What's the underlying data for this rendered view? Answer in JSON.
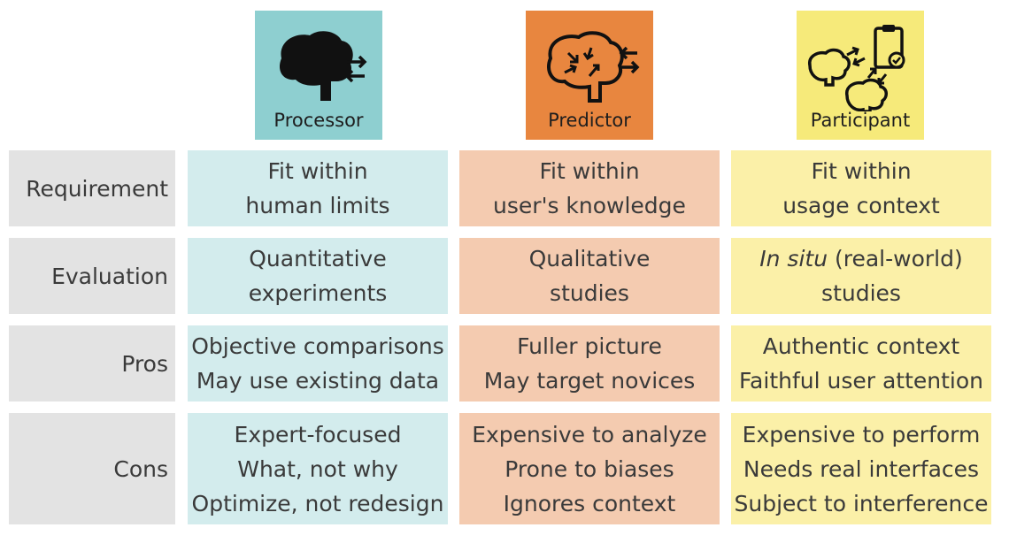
{
  "headers": [
    {
      "label": "Processor",
      "icon": "brain-arrows-icon",
      "color": "#8ecfd0"
    },
    {
      "label": "Predictor",
      "icon": "brain-inner-arrows-icon",
      "color": "#e8863f"
    },
    {
      "label": "Participant",
      "icon": "brains-clipboard-icon",
      "color": "#f6ea7a"
    }
  ],
  "rows": [
    {
      "label": "Requirement",
      "processor": [
        "Fit within",
        "human limits"
      ],
      "predictor": [
        "Fit within",
        "user's knowledge"
      ],
      "participant": [
        "Fit within",
        "usage context"
      ]
    },
    {
      "label": "Evaluation",
      "processor": [
        "Quantitative",
        "experiments"
      ],
      "predictor": [
        "Qualitative",
        "studies"
      ],
      "participant_italic": "In situ",
      "participant_rest": " (real-world)",
      "participant_line2": "studies"
    },
    {
      "label": "Pros",
      "processor": [
        "Objective comparisons",
        "May use existing data"
      ],
      "predictor": [
        "Fuller picture",
        "May target novices"
      ],
      "participant": [
        "Authentic context",
        "Faithful user attention"
      ]
    },
    {
      "label": "Cons",
      "processor": [
        "Expert-focused",
        "What, not why",
        "Optimize, not redesign"
      ],
      "predictor": [
        "Expensive to analyze",
        "Prone to biases",
        "Ignores context"
      ],
      "participant": [
        "Expensive to perform",
        "Needs real interfaces",
        "Subject to interference"
      ]
    }
  ],
  "colors": {
    "processor_header": "#8ecfd0",
    "processor_cell": "#d3eced",
    "predictor_header": "#e8863f",
    "predictor_cell": "#f4cbb0",
    "participant_header": "#f6ea7a",
    "participant_cell": "#fbf0a8",
    "label_cell": "#e3e3e3"
  }
}
